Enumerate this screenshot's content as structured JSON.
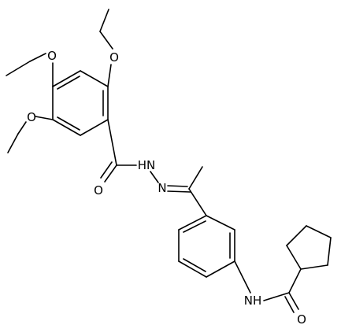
{
  "diagram": {
    "type": "chemical-structure",
    "atom_labels": [
      {
        "key": "o_ethoxy_top",
        "text": "O"
      },
      {
        "key": "o_ethoxy_mid",
        "text": "O"
      },
      {
        "key": "o_ethoxy_low",
        "text": "O"
      },
      {
        "key": "o_carbonyl_left",
        "text": "O"
      },
      {
        "key": "nh_hydrazide",
        "text": "HN"
      },
      {
        "key": "n_imine",
        "text": "N"
      },
      {
        "key": "nh_amide",
        "text": "NH"
      },
      {
        "key": "o_carbonyl_right",
        "text": "O"
      }
    ]
  }
}
